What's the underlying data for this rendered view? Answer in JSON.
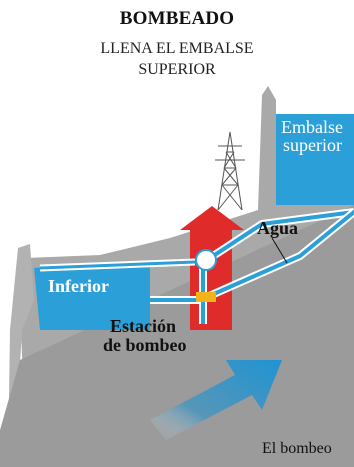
{
  "header": {
    "title": "BOMBEADO",
    "subtitle_line1": "LLENA EL EMBALSE",
    "subtitle_line2": "SUPERIOR"
  },
  "labels": {
    "upper_reservoir_line1": "Embalse",
    "upper_reservoir_line2": "superior",
    "water": "Agua",
    "lower_reservoir": "Inferior",
    "station_line1": "Estación",
    "station_line2": "de bombeo"
  },
  "caption": "El bombeo",
  "colors": {
    "water_blue": "#2b9fd8",
    "terrain_gray": "#a7a7a7",
    "terrain_dark": "#9a9a9a",
    "station_red": "#e02b2b",
    "generator_yellow": "#f2b21a",
    "pipe_outline": "#ffffff",
    "arrow_blue": "#1f93d1"
  },
  "icons": {
    "tower": "transmission-tower-icon",
    "arrow": "upward-flow-arrow-icon"
  }
}
